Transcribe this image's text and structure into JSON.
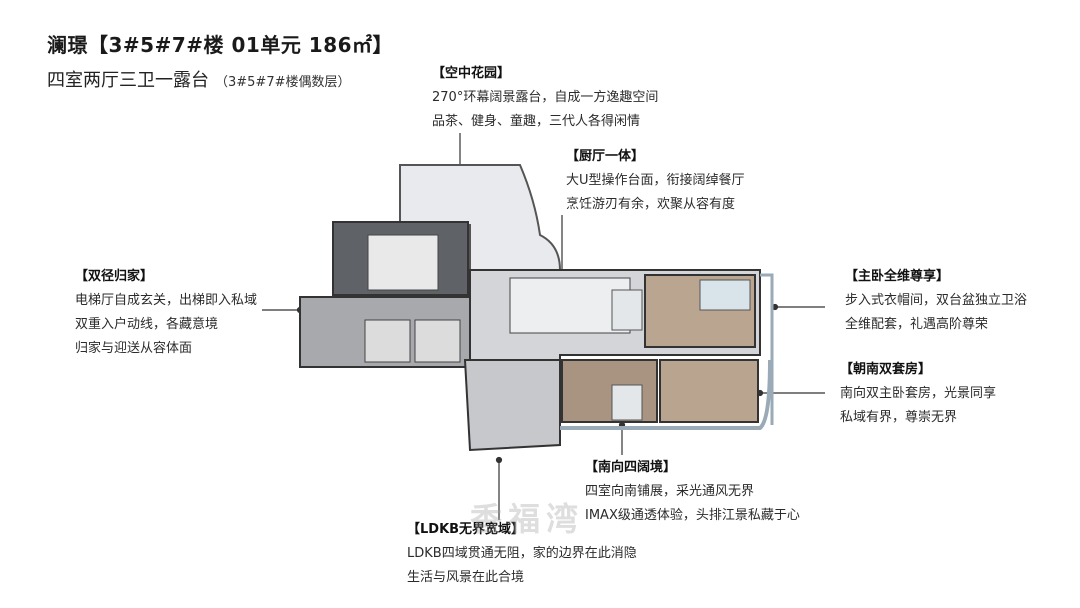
{
  "title": "澜璟【3#5#7#楼 01单元 186㎡】",
  "subtitle": {
    "main": "四室两厅三卫一露台",
    "note": "（3#5#7#楼偶数层）"
  },
  "callouts": [
    {
      "id": "sky-garden",
      "head": "【空中花园】",
      "lines": [
        "270°环幕阔景露台，自成一方逸趣空间",
        "品茶、健身、童趣，三代人各得闲情"
      ]
    },
    {
      "id": "kitchen",
      "head": "【厨厅一体】",
      "lines": [
        "大U型操作台面，衔接阔绰餐厅",
        "烹饪游刃有余，欢聚从容有度"
      ]
    },
    {
      "id": "entry",
      "head": "【双径归家】",
      "lines": [
        "电梯厅自成玄关，出梯即入私域",
        "双重入户动线，各藏意境",
        "归家与迎送从容体面"
      ]
    },
    {
      "id": "master",
      "head": "【主卧全维尊享】",
      "lines": [
        "步入式衣帽间，双台盆独立卫浴",
        "全维配套，礼遇高阶尊荣"
      ]
    },
    {
      "id": "suites",
      "head": "【朝南双套房】",
      "lines": [
        "南向双主卧套房，光景同享",
        "私域有界，尊崇无界"
      ]
    },
    {
      "id": "south",
      "head": "【南向四阔境】",
      "lines": [
        "四室向南铺展，采光通风无界",
        "IMAX级通透体验，头排江景私藏于心"
      ]
    },
    {
      "id": "ldkb",
      "head": "【LDKB无界宽域】",
      "lines": [
        "LDKB四域贯通无阻，家的边界在此消隐",
        "生活与风景在此合境"
      ]
    }
  ],
  "watermark": "香福湾"
}
